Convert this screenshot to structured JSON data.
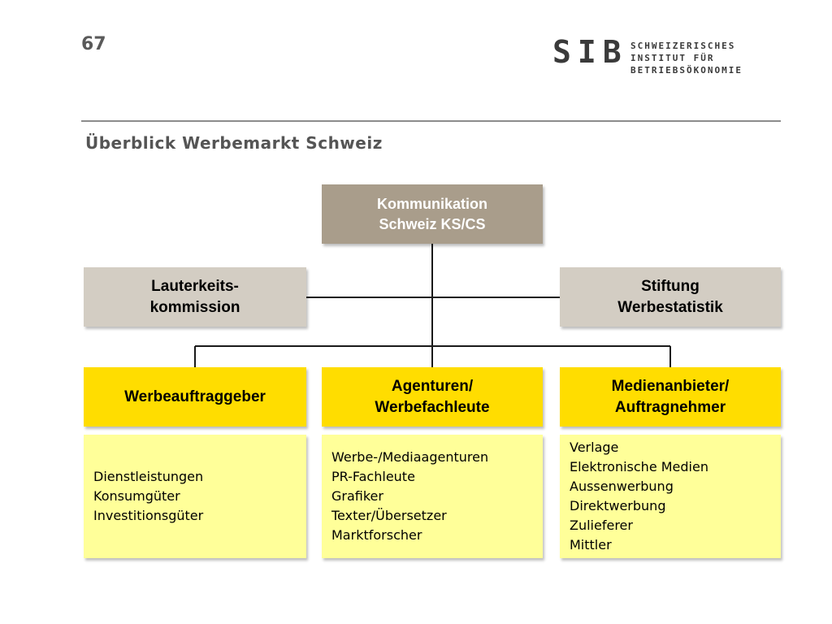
{
  "header": {
    "page_number": "67",
    "logo_mark": "SIB",
    "logo_lines": [
      "SCHWEIZERISCHES",
      "INSTITUT FÜR",
      "BETRIEBSÖKONOMIE"
    ]
  },
  "title": "Überblick Werbemarkt Schweiz",
  "diagram": {
    "top": {
      "line1": "Kommunikation",
      "line2": "Schweiz KS/CS"
    },
    "left_side": {
      "line1": "Lauterkeits-",
      "line2": "kommission"
    },
    "right_side": {
      "line1": "Stiftung",
      "line2": "Werbestatistik"
    },
    "columns": [
      {
        "header": {
          "line1": "Werbeauftraggeber",
          "line2": ""
        },
        "items": [
          "Dienstleistungen",
          "Konsumgüter",
          "Investitionsgüter"
        ]
      },
      {
        "header": {
          "line1": "Agenturen/",
          "line2": "Werbefachleute"
        },
        "items": [
          "Werbe-/Mediaagenturen",
          "PR-Fachleute",
          "Grafiker",
          "Texter/Übersetzer",
          "Marktforscher"
        ]
      },
      {
        "header": {
          "line1": "Medienanbieter/",
          "line2": "Auftragnehmer"
        },
        "items": [
          "Verlage",
          "Elektronische Medien",
          "Aussenwerbung",
          "Direktwerbung",
          "Zulieferer",
          "Mittler"
        ]
      }
    ]
  },
  "colors": {
    "top_box": "#a99d8b",
    "side_box": "#d3cdc3",
    "header_box": "#ffdd00",
    "list_box": "#ffff99"
  }
}
